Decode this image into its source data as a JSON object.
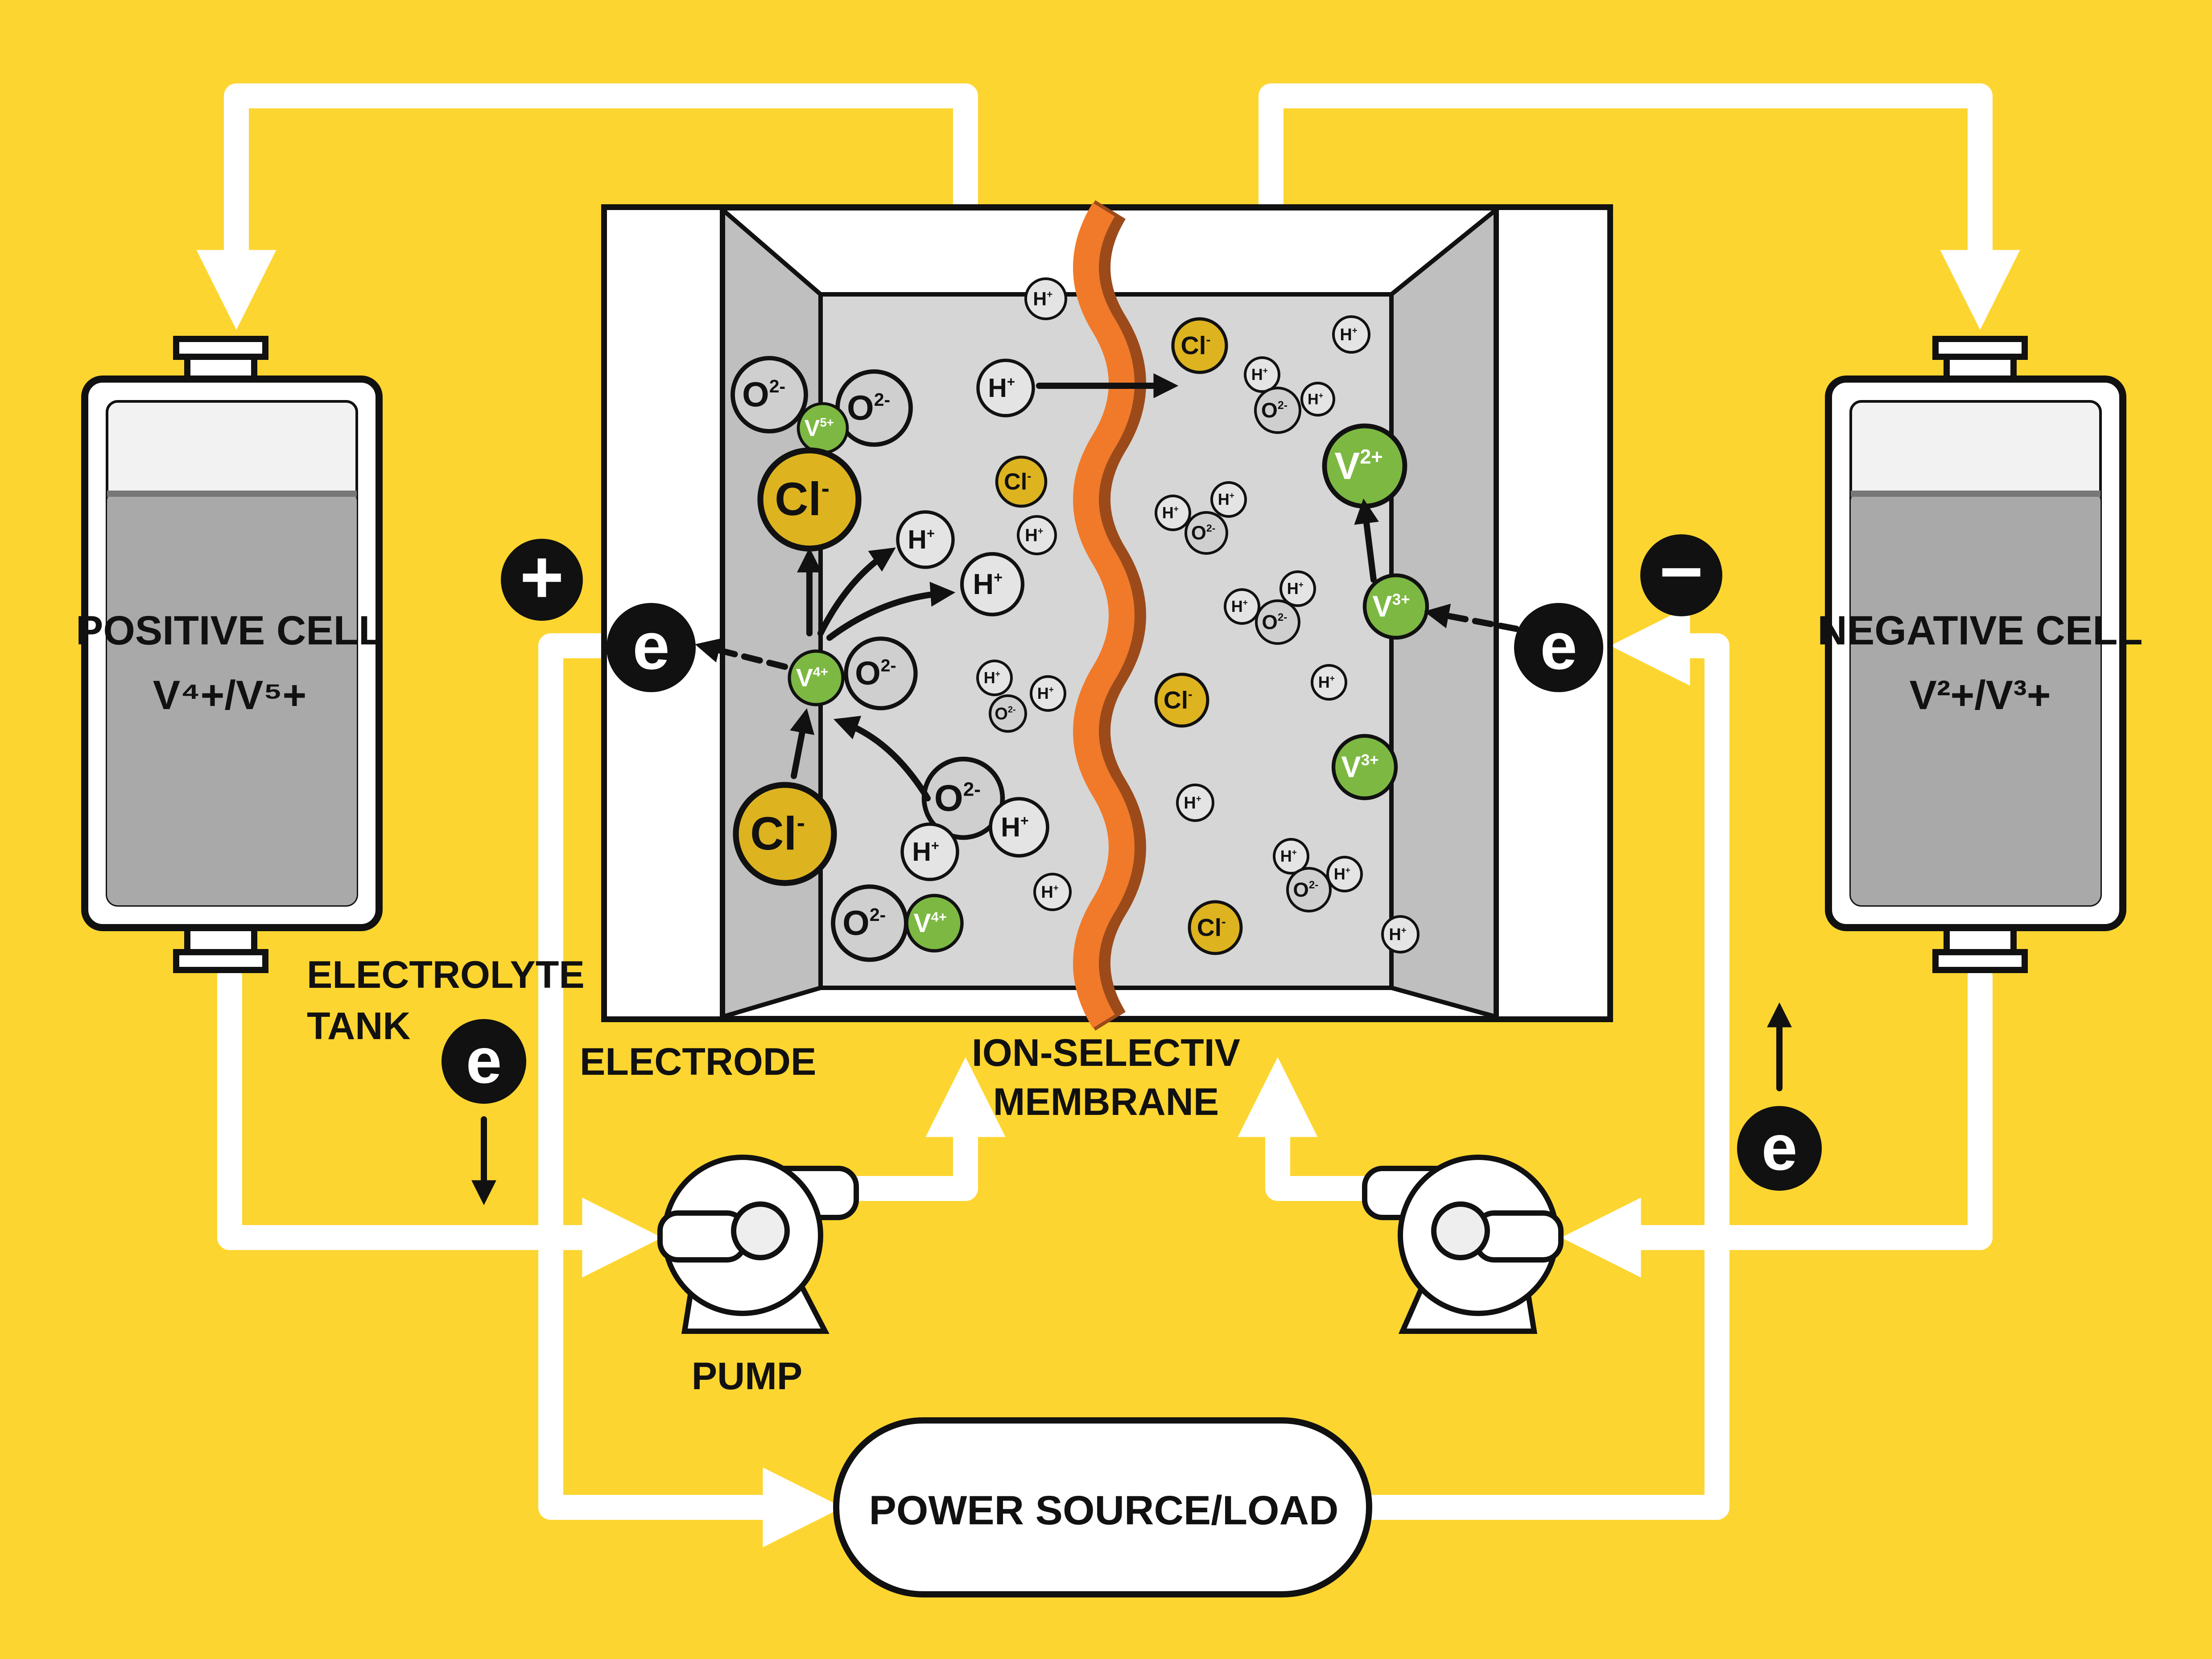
{
  "colors": {
    "background": "#FDD530",
    "pipe": "#FFFFFF",
    "outline": "#111111",
    "chamber": "#D6D6D6",
    "chamber_side": "#BFBFBF",
    "membrane": "#F07A2A",
    "membrane_shadow": "#9C4A1A",
    "ion_grey": "#CFCFCF",
    "ion_yellow": "#DDB320",
    "ion_green": "#7DB843",
    "fluid": "#A9A9A9"
  },
  "labels": {
    "positive_cell_title": "POSITIVE CELL",
    "positive_cell_formula": "V⁴+/V⁵+",
    "negative_cell_title": "NEGATIVE CELL",
    "negative_cell_formula": "V²+/V³+",
    "electrolyte_tank_line1": "ELECTROLYTE",
    "electrolyte_tank_line2": "TANK",
    "electrode": "ELECTRODE",
    "membrane_line1": "ION-SELECTIV",
    "membrane_line2": "MEMBRANE",
    "pump": "PUMP",
    "power": "POWER SOURCE/LOAD",
    "plus_sign": "+",
    "minus_sign": "−",
    "electron": "e"
  },
  "ions": {
    "h_label": "H",
    "h_charge": "+",
    "o_label": "O",
    "o_charge": "2-",
    "cl_label": "Cl",
    "cl_charge": "-",
    "v5_label": "V",
    "v5_charge": "5+",
    "v4_label": "V",
    "v4_charge": "4+",
    "v3_label": "V",
    "v3_charge": "3+",
    "v2_label": "V",
    "v2_charge": "2+"
  },
  "icons": [
    "arrow-icon",
    "pump-icon",
    "tank-icon",
    "electron-icon",
    "plus-icon",
    "minus-icon"
  ]
}
